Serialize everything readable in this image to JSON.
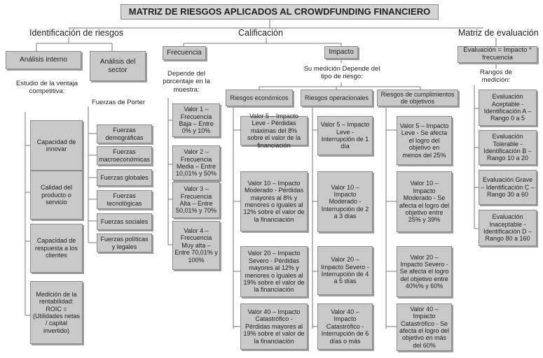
{
  "title": "MATRIZ DE RIESGOS APLICADOS AL CROWDFUNDING FINANCIERO",
  "sections": {
    "identificacion": {
      "heading": "Identificación de riesgos",
      "analisis_interno": {
        "label": "Análisis interno",
        "sublabel": "Estudio de la ventaja competitiva:",
        "items": [
          "Capacidad de innovar",
          "Calidad del producto o servicio",
          "Capacidad de respuesta a los clientes",
          "Medición de la rentabilidad: ROIC = (Utilidades netas / capital invertido)"
        ]
      },
      "analisis_sector": {
        "label": "Análisis del sector",
        "sublabel": "Fuerzas de Porter",
        "items": [
          "Fuerzas demográficas",
          "Fuerzas macroeconómicas",
          "Fuerzas globales",
          "Fuerzas tecnológicas",
          "Fuerzas sociales",
          "Fuerzas políticas y legales"
        ]
      }
    },
    "calificacion": {
      "heading": "Calificación",
      "frecuencia": {
        "label": "Frecuencia",
        "sublabel": "Depende del porcentaje en la muestra:",
        "items": [
          "Valor 1 – Frecuencia Baja – Entre 0% y 10%",
          "Valor 2 – Frecuencia Media – Entre 10,01% y 50%",
          "Valor 3 – Frecuencia Alta – Entre 50,01% y 70%",
          "Valor 4 – Frecuencia Muy alta – Entre 70,01% y 100%"
        ]
      },
      "impacto": {
        "label": "Impacto",
        "sublabel": "Su medición Depende del tipo de riesgo:",
        "economicos": {
          "label": "Riesgos económicos",
          "items": [
            "Valor 5 – Impacto Leve - Pérdidas máximas del 8% sobre el valor de la financiación",
            "Valor 10 – Impacto Moderado - Pérdidas mayores al 8% y menores o iguales al 12% sobre el valor de la financiación",
            "Valor 20 – Impacto Severo - Pérdidas mayores al 12% y menores o iguales al 19% sobre el valor de la financiación",
            "Valor 40 – Impacto Catastrófico - Pérdidas mayores al 19% sobre el valor de la financiación"
          ]
        },
        "operacionales": {
          "label": "Riesgos operacionales",
          "items": [
            "Valor 5 – Impacto Leve - Interrupción de 1 día",
            "Valor 10 – Impacto Moderado - Interrupción de 2 a 3 días",
            "Valor 20 – Impacto Severo - Interrupción de 4 a 5 días",
            "Valor 40 – Impacto Catastrófico - Interrupción de 6 días o más"
          ]
        },
        "cumplimientos": {
          "label": "Riesgos de cumplimientos de objetivos",
          "items": [
            "Valor 5 – Impacto Leve - Se afecta el logro del objetivo en menos del 25%",
            "Valor 10 – Impacto Moderado - Se afecta el logro del objetivo entre 25% y 39%",
            "Valor 20 – Impacto Severo - Se afecta el logro del objetivo entre 40%% y 60%",
            "Valor 40 – Impacto Catastrófico - Se afecta el logro del objetivo en más del 60%"
          ]
        }
      }
    },
    "matriz": {
      "heading": "Matriz de evaluación",
      "evaluacion": {
        "label": "Evaluación = Impacto * frecuencia",
        "sublabel": "Rangos de medición:",
        "items": [
          "Evaluación Aceptable - Identificación A – Rango 0 a 5",
          "Evaluación Tolerable - Identificación B – Rango 10 a 20",
          "Evaluación Grave – Identificación C – Rango 30 a 60",
          "Evaluación Inaceptable - Identificación D – Rango 80 a 160"
        ]
      }
    }
  }
}
